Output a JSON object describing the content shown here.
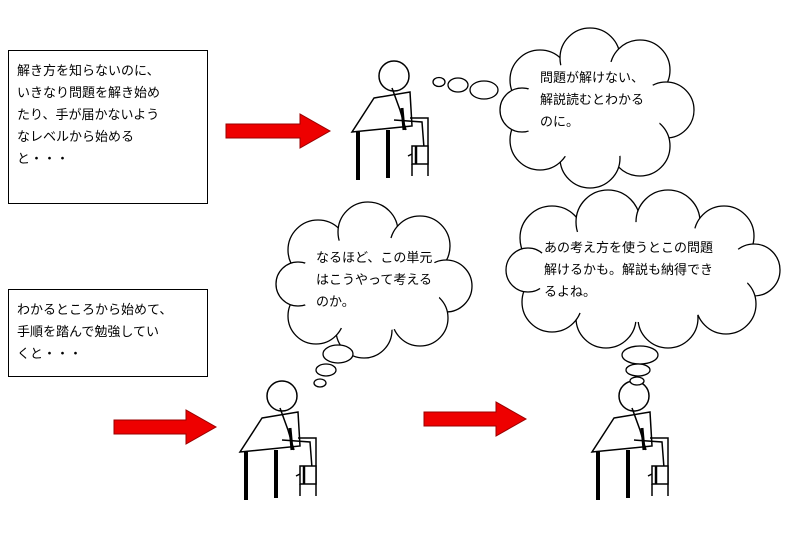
{
  "boxes": {
    "top": {
      "lines": [
        "解き方を知らないのに、",
        "いきなり問題を解き始め",
        "たり、手が届かないよう",
        "なレベルから始める",
        "と・・・"
      ]
    },
    "bottom": {
      "lines": [
        "わかるところから始めて、",
        "手順を踏んで勉強してい",
        "くと・・・"
      ]
    }
  },
  "bubbles": {
    "top": {
      "lines": [
        "問題が解けない、",
        "解説読むとわかる",
        "のに。"
      ]
    },
    "middle": {
      "lines": [
        "なるほど、この単元",
        "はこうやって考える",
        "のか。"
      ]
    },
    "right": {
      "lines": [
        "あの考え方を使うとこの問題",
        "解けるかも。解説も納得でき",
        "るよね。"
      ]
    }
  },
  "colors": {
    "arrow_fill": "#ee0000",
    "arrow_stroke": "#990000",
    "line": "#000000",
    "background": "#ffffff"
  }
}
